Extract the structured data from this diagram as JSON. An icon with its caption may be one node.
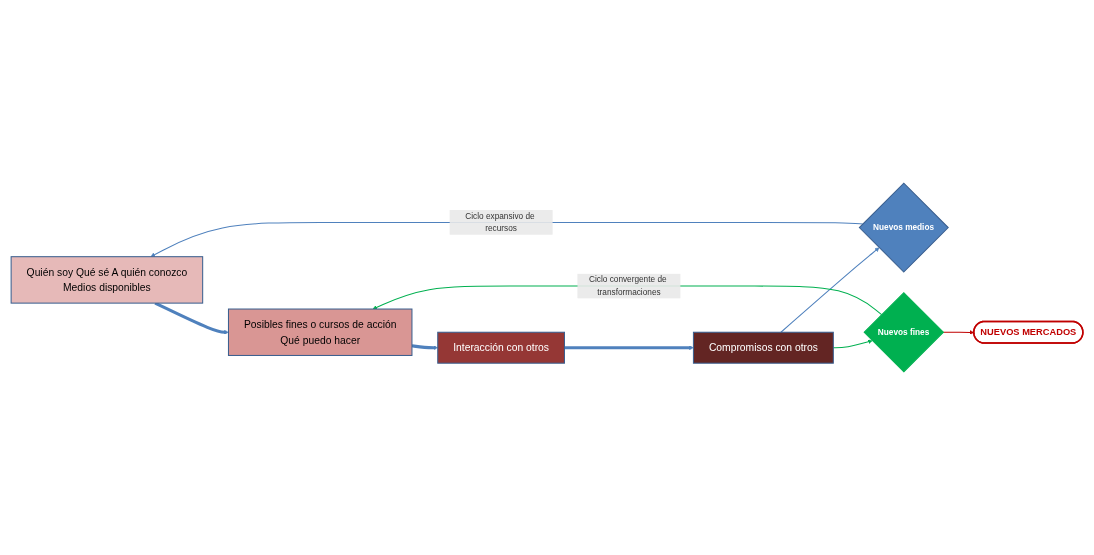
{
  "diagram": {
    "nodes": [
      {
        "text": [
          "Quién soy Qué sé A quién conozco",
          "Medios disponibles"
        ]
      },
      {
        "text": [
          "Posibles fines o cursos de acción",
          "Qué puedo hacer"
        ]
      },
      {
        "text": [
          "Interacción con otros"
        ]
      },
      {
        "text": [
          "Compromisos con otros"
        ]
      },
      {
        "text": [
          "Nuevos medios"
        ]
      },
      {
        "text": [
          "Nuevos fines"
        ]
      },
      {
        "text": [
          "NUEVOS MERCADOS"
        ]
      }
    ],
    "edges": [
      {
        "from": 0,
        "to": 1,
        "arrow": "to",
        "style": "thick"
      },
      {
        "from": 1,
        "to": 2,
        "arrow": "to",
        "style": "thick"
      },
      {
        "from": 2,
        "to": 3,
        "arrow": "to",
        "style": "thick"
      },
      {
        "from": 3,
        "to": 4,
        "arrow": "to"
      },
      {
        "from": 3,
        "to": 5,
        "arrow": "to",
        "color": "#00b050"
      },
      {
        "from": 4,
        "to": 0,
        "arrow": "to",
        "label": "Ciclo expansivo de recursos"
      },
      {
        "from": 5,
        "to": 1,
        "arrow": "to",
        "label": "Ciclo convergente de transformaciones",
        "color": "#00b050"
      },
      {
        "from": 5,
        "to": 6,
        "arrow": "to",
        "color": "#c00000"
      }
    ]
  }
}
